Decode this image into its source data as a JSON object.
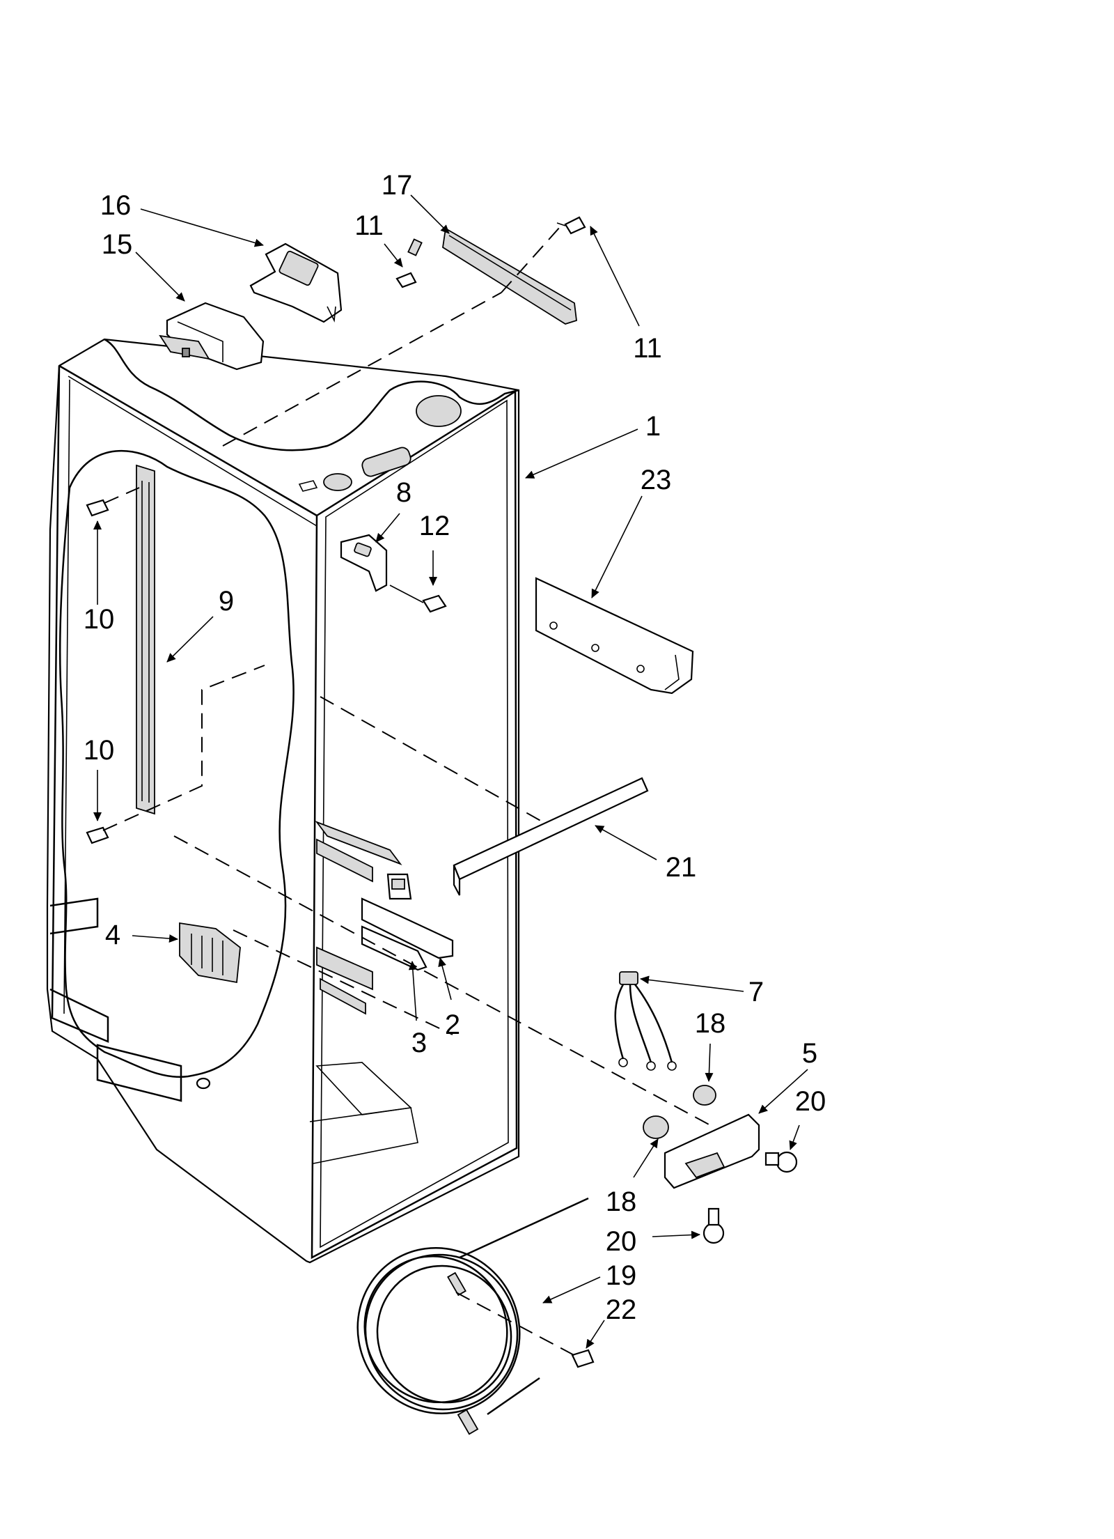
{
  "callouts": [
    {
      "id": "c16",
      "text": "16"
    },
    {
      "id": "c15",
      "text": "15"
    },
    {
      "id": "c17",
      "text": "17"
    },
    {
      "id": "c11a",
      "text": "11"
    },
    {
      "id": "c11b",
      "text": "11"
    },
    {
      "id": "c1",
      "text": "1"
    },
    {
      "id": "c23",
      "text": "23"
    },
    {
      "id": "c8",
      "text": "8"
    },
    {
      "id": "c12",
      "text": "12"
    },
    {
      "id": "c10a",
      "text": "10"
    },
    {
      "id": "c9",
      "text": "9"
    },
    {
      "id": "c10b",
      "text": "10"
    },
    {
      "id": "c21",
      "text": "21"
    },
    {
      "id": "c4",
      "text": "4"
    },
    {
      "id": "c7",
      "text": "7"
    },
    {
      "id": "c18a",
      "text": "18"
    },
    {
      "id": "c3",
      "text": "3"
    },
    {
      "id": "c2",
      "text": "2"
    },
    {
      "id": "c5",
      "text": "5"
    },
    {
      "id": "c20a",
      "text": "20"
    },
    {
      "id": "c18b",
      "text": "18"
    },
    {
      "id": "c20b",
      "text": "20"
    },
    {
      "id": "c19",
      "text": "19"
    },
    {
      "id": "c22",
      "text": "22"
    }
  ],
  "colors": {
    "ink": "#000000",
    "paper": "#ffffff",
    "shade": "#d9d9d9"
  }
}
